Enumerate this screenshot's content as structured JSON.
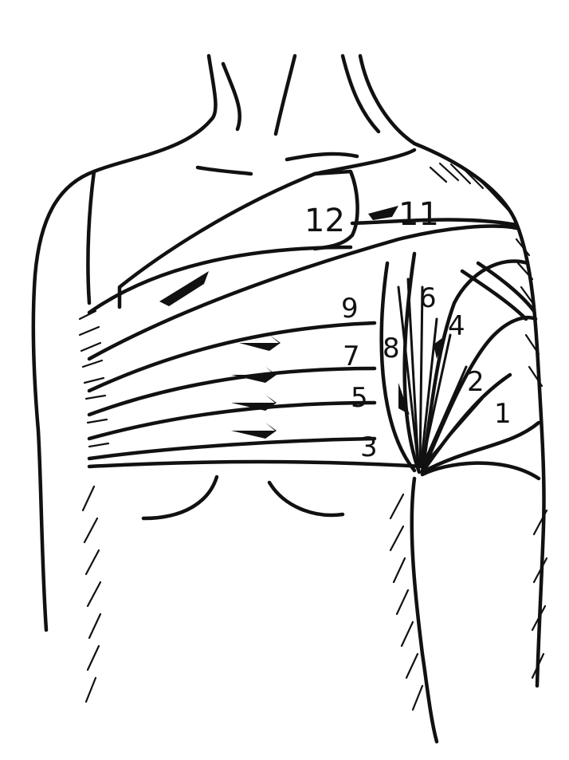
{
  "figure": {
    "turn_labels": [
      "1",
      "2",
      "3",
      "4",
      "5",
      "6",
      "7",
      "8",
      "9",
      "11",
      "12"
    ]
  },
  "palette": {
    "ink": "#111111",
    "paper": "#ffffff"
  }
}
